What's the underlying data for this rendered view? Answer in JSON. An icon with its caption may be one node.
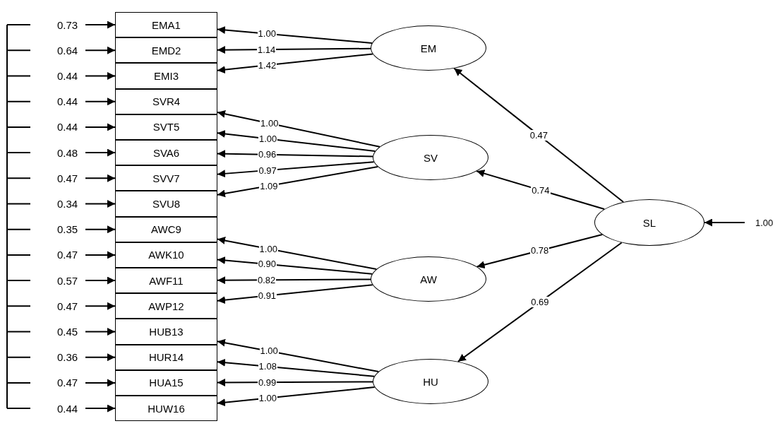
{
  "diagram": {
    "nodes": [
      {
        "text": [
          "EMA1"
        ]
      },
      {
        "text": [
          "EMD2"
        ]
      },
      {
        "text": [
          "EMI3"
        ]
      },
      {
        "text": [
          "SVR4"
        ]
      },
      {
        "text": [
          "SVT5"
        ]
      },
      {
        "text": [
          "SVA6"
        ]
      },
      {
        "text": [
          "SVV7"
        ]
      },
      {
        "text": [
          "SVU8"
        ]
      },
      {
        "text": [
          "AWC9"
        ]
      },
      {
        "text": [
          "AWK10"
        ]
      },
      {
        "text": [
          "AWF11"
        ]
      },
      {
        "text": [
          "AWP12"
        ]
      },
      {
        "text": [
          "HUB13"
        ]
      },
      {
        "text": [
          "HUR14"
        ]
      },
      {
        "text": [
          "HUA15"
        ]
      },
      {
        "text": [
          "HUW16"
        ]
      },
      {
        "text": [
          "EM"
        ]
      },
      {
        "text": [
          "SV"
        ]
      },
      {
        "text": [
          "AW"
        ]
      },
      {
        "text": [
          "HU"
        ]
      },
      {
        "text": [
          "SL"
        ]
      }
    ],
    "edges": [
      {
        "from": null,
        "to": 0,
        "arrow": "to",
        "label": "0.73"
      },
      {
        "from": null,
        "to": 1,
        "arrow": "to",
        "label": "0.64"
      },
      {
        "from": null,
        "to": 2,
        "arrow": "to",
        "label": "0.44"
      },
      {
        "from": null,
        "to": 3,
        "arrow": "to",
        "label": "0.44"
      },
      {
        "from": null,
        "to": 4,
        "arrow": "to",
        "label": "0.44"
      },
      {
        "from": null,
        "to": 5,
        "arrow": "to",
        "label": "0.48"
      },
      {
        "from": null,
        "to": 6,
        "arrow": "to",
        "label": "0.47"
      },
      {
        "from": null,
        "to": 7,
        "arrow": "to",
        "label": "0.34"
      },
      {
        "from": null,
        "to": 8,
        "arrow": "to",
        "label": "0.35"
      },
      {
        "from": null,
        "to": 9,
        "arrow": "to",
        "label": "0.47"
      },
      {
        "from": null,
        "to": 10,
        "arrow": "to",
        "label": "0.57"
      },
      {
        "from": null,
        "to": 11,
        "arrow": "to",
        "label": "0.47"
      },
      {
        "from": null,
        "to": 12,
        "arrow": "to",
        "label": "0.45"
      },
      {
        "from": null,
        "to": 13,
        "arrow": "to",
        "label": "0.36"
      },
      {
        "from": null,
        "to": 14,
        "arrow": "to",
        "label": "0.47"
      },
      {
        "from": null,
        "to": 15,
        "arrow": "to",
        "label": "0.44"
      },
      {
        "from": 16,
        "to": 0,
        "arrow": "to",
        "label": "1.00"
      },
      {
        "from": 16,
        "to": 1,
        "arrow": "to",
        "label": "1.14"
      },
      {
        "from": 16,
        "to": 2,
        "arrow": "to",
        "label": "1.42"
      },
      {
        "from": 17,
        "to": 3,
        "arrow": "to",
        "label": "1.00"
      },
      {
        "from": 17,
        "to": 4,
        "arrow": "to",
        "label": "1.00"
      },
      {
        "from": 17,
        "to": 5,
        "arrow": "to",
        "label": "0.96"
      },
      {
        "from": 17,
        "to": 6,
        "arrow": "to",
        "label": "0.97"
      },
      {
        "from": 17,
        "to": 7,
        "arrow": "to",
        "label": "1.09"
      },
      {
        "from": 18,
        "to": 8,
        "arrow": "to",
        "label": "1.00"
      },
      {
        "from": 18,
        "to": 9,
        "arrow": "to",
        "label": "0.90"
      },
      {
        "from": 18,
        "to": 10,
        "arrow": "to",
        "label": "0.82"
      },
      {
        "from": 18,
        "to": 11,
        "arrow": "to",
        "label": "0.91"
      },
      {
        "from": 19,
        "to": 12,
        "arrow": "to",
        "label": "1.00"
      },
      {
        "from": 19,
        "to": 13,
        "arrow": "to",
        "label": "1.08"
      },
      {
        "from": 19,
        "to": 14,
        "arrow": "to",
        "label": "0.99"
      },
      {
        "from": 19,
        "to": 15,
        "arrow": "to",
        "label": "1.00"
      },
      {
        "from": 20,
        "to": 16,
        "arrow": "to",
        "label": "0.47"
      },
      {
        "from": 20,
        "to": 17,
        "arrow": "to",
        "label": "0.74"
      },
      {
        "from": 20,
        "to": 18,
        "arrow": "to",
        "label": "0.78"
      },
      {
        "from": 20,
        "to": 19,
        "arrow": "to",
        "label": "0.69"
      },
      {
        "from": null,
        "to": 20,
        "arrow": "to",
        "label": "1.00"
      }
    ]
  }
}
